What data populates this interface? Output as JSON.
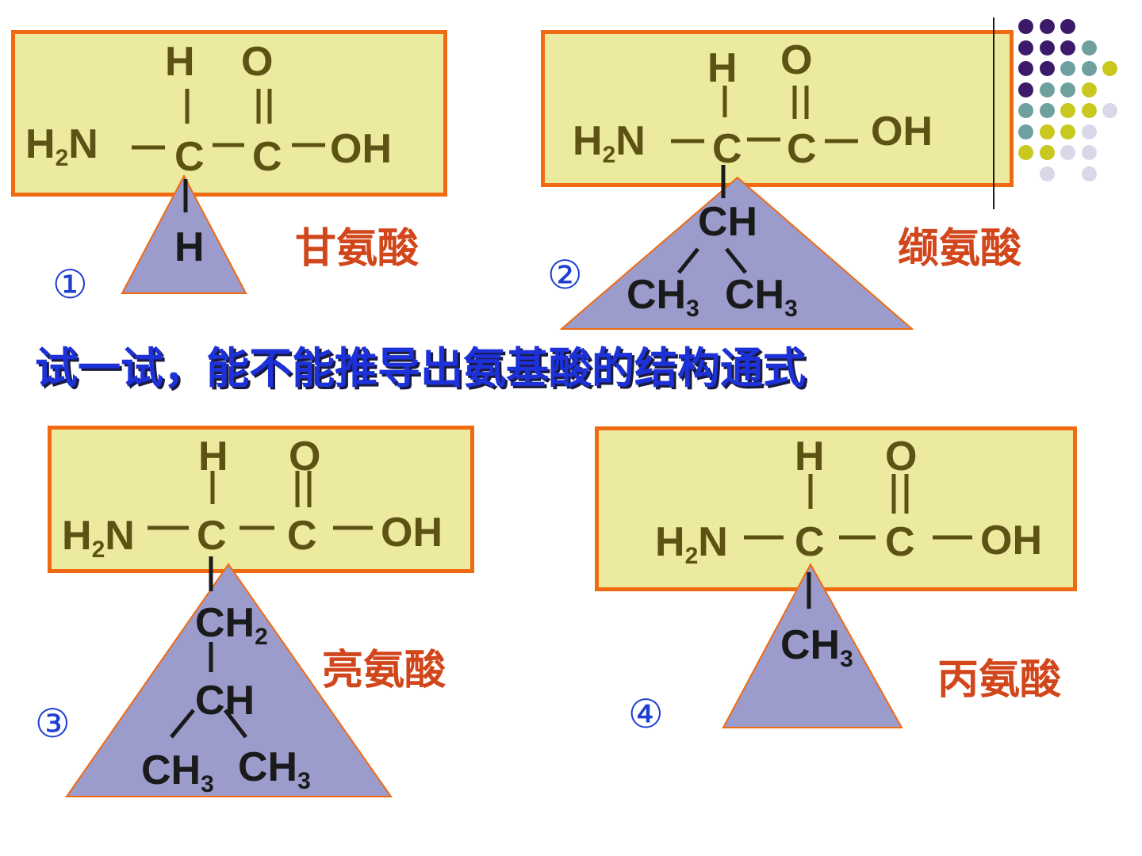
{
  "heading": "试一试，能不能推导出氨基酸的结构通式",
  "colors": {
    "box_fill": "#ecea9e",
    "box_border": "#f06a12",
    "triangle_fill": "#9c9ccc",
    "heading": "#1c32d8",
    "name": "#d2461b",
    "number": "#1f3fd0"
  },
  "backbone": {
    "h": "H",
    "o": "O",
    "c1": "C",
    "c2": "C",
    "oh": "OH",
    "amine_h": "H",
    "amine_sub": "2",
    "amine_n": "N"
  },
  "panels": [
    {
      "number": "①",
      "name": "甘氨酸",
      "side_chain": {
        "r": "H"
      }
    },
    {
      "number": "②",
      "name": "缬氨酸",
      "side_chain": {
        "ch": "CH",
        "ch3_left": "CH",
        "ch3_left_sub": "3",
        "ch3_right": "CH",
        "ch3_right_sub": "3"
      }
    },
    {
      "number": "③",
      "name": "亮氨酸",
      "side_chain": {
        "ch2": "CH",
        "ch2_sub": "2",
        "ch": "CH",
        "ch3_left": "CH",
        "ch3_left_sub": "3",
        "ch3_right": "CH",
        "ch3_right_sub": "3"
      }
    },
    {
      "number": "④",
      "name": "丙氨酸",
      "side_chain": {
        "ch3": "CH",
        "ch3_sub": "3"
      }
    }
  ],
  "dot_palette": [
    "#3c1a6a",
    "#6fa0a0",
    "#c8c820",
    "#d8d8e8"
  ]
}
